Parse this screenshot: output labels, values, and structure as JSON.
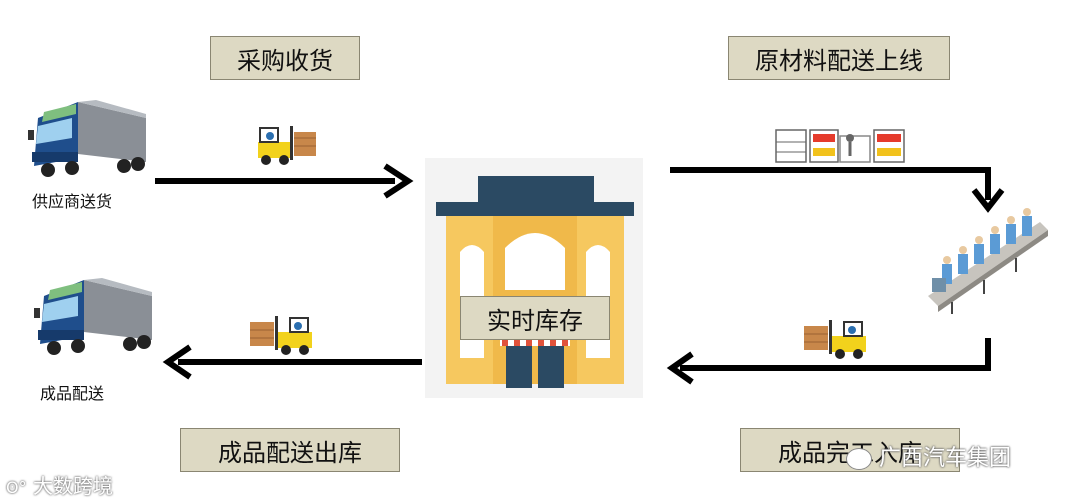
{
  "labels": {
    "purchase_receive": "采购收货",
    "raw_material_delivery": "原材料配送上线",
    "finished_goods_delivery_out": "成品配送出库",
    "finished_goods_in": "成品完工入库",
    "real_time_inventory": "实时库存"
  },
  "captions": {
    "supplier_delivery": "供应商送货",
    "finished_goods_delivery": "成品配送"
  },
  "watermarks": {
    "left": "大数跨境",
    "right": "广西汽车集团"
  },
  "colors": {
    "label_bg": "#ddd9c3",
    "arrow": "#000000",
    "building_yellow": "#f6c85f",
    "building_navy": "#2b4a63",
    "truck_blue": "#1f4e8c",
    "truck_cab_green": "#7fbf7f",
    "forklift_yellow": "#f2d21c"
  },
  "icons": [
    "truck-icon",
    "forklift-icon",
    "warehouse-building-icon",
    "assembly-line-icon",
    "rack-icon"
  ]
}
